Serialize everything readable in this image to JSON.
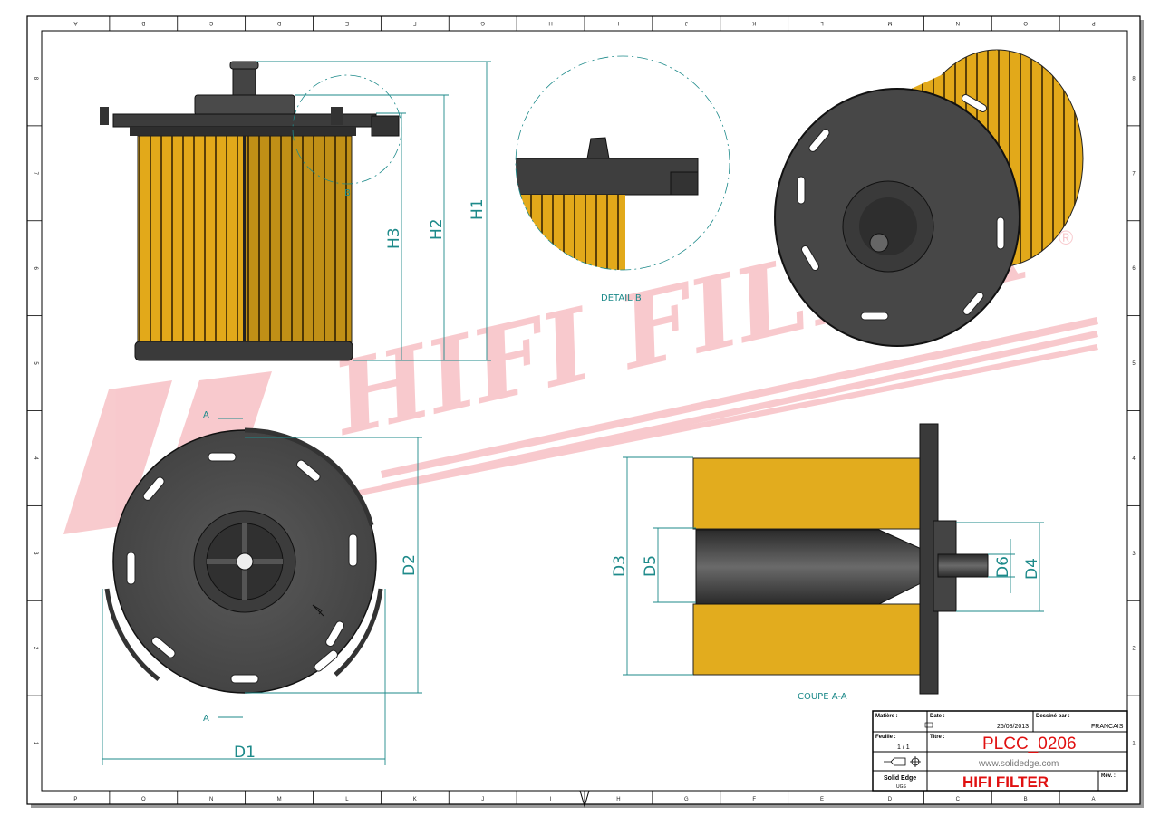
{
  "border": {
    "columns": [
      "P",
      "O",
      "N",
      "M",
      "L",
      "K",
      "J",
      "I",
      "H",
      "G",
      "F",
      "E",
      "D",
      "C",
      "B",
      "A"
    ],
    "rows": [
      "8",
      "7",
      "6",
      "5",
      "4",
      "3",
      "2",
      "1"
    ]
  },
  "watermark": {
    "text": "HIFI FILTER",
    "mark": "®"
  },
  "views": {
    "detail_label": "DETAIL B",
    "detail_marker": "B",
    "section_label": "COUPE A-A",
    "section_marker": "A"
  },
  "dimensions": {
    "h1": "H1",
    "h2": "H2",
    "h3": "H3",
    "d1": "D1",
    "d2": "D2",
    "d3": "D3",
    "d4": "D4",
    "d5": "D5",
    "d6": "D6"
  },
  "title_block": {
    "material_label": "Matière :",
    "date_label": "Date :",
    "date_value": "26/08/2013",
    "drawn_by_label": "Dessiné par :",
    "drawn_by_value": "FRANCAIS",
    "sheet_label": "Feuille :",
    "sheet_value": "1 / 1",
    "title_label": "Titre :",
    "title_value": "PLCC_0206",
    "website": "www.solidedge.com",
    "software": "Solid Edge",
    "software_vendor": "UGS",
    "company": "HIFI FILTER",
    "revision_label": "Rév. :"
  },
  "colors": {
    "dimension": "#1d8a8a",
    "title_red": "#e01010",
    "filter_media": "#e2a91a",
    "plastic": "#3c3c3c"
  }
}
